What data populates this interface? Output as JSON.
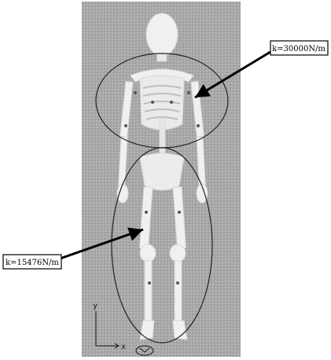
{
  "labels": {
    "upper_stiffness": "k=30000N/m",
    "lower_stiffness": "k=15476N/m"
  },
  "axes": {
    "y": "y",
    "x": "x"
  },
  "colors": {
    "panel": "#a8a8a8",
    "skeleton": "#f2f2f2",
    "ellipse": "#222222",
    "arrow": "#000000"
  },
  "icons": [
    "skeleton-figure",
    "axis-triad"
  ]
}
